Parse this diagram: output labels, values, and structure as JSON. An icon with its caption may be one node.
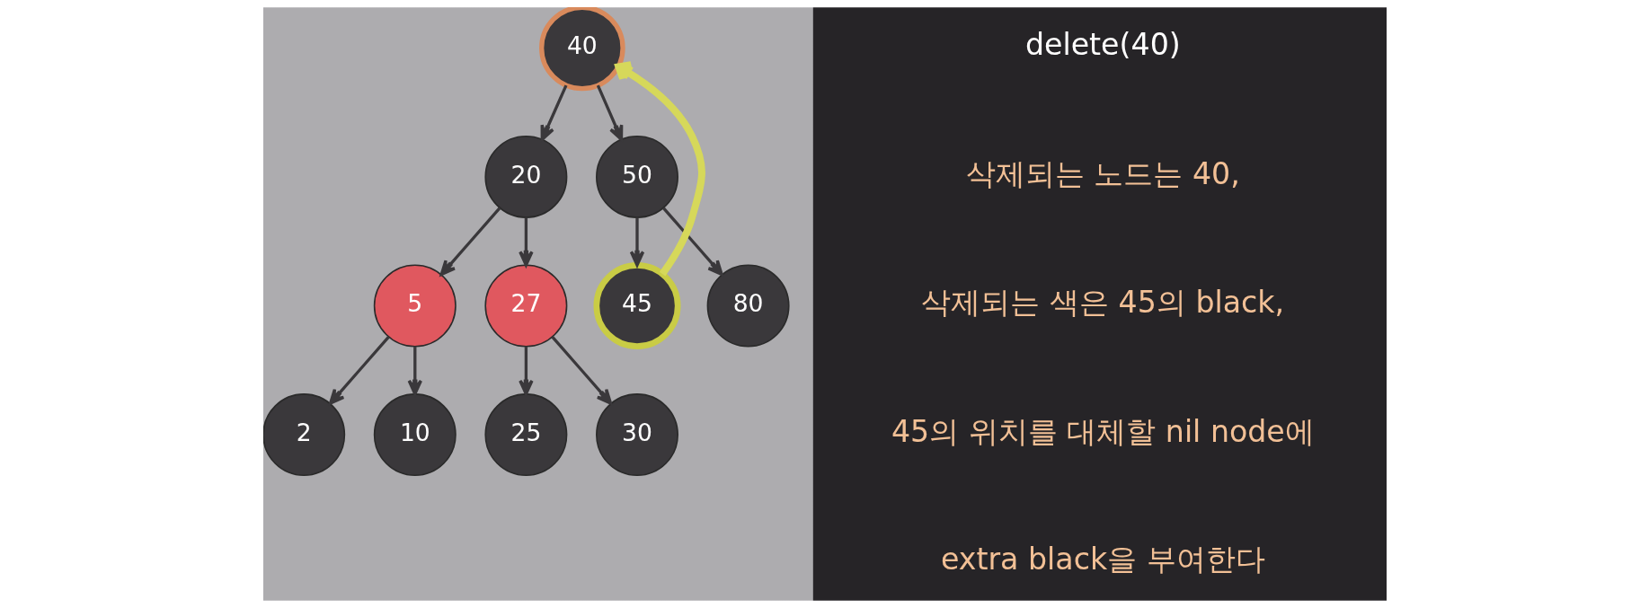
{
  "diagram": {
    "nodes": [
      {
        "text": [
          "40"
        ]
      },
      {
        "text": [
          "20"
        ]
      },
      {
        "text": [
          "50"
        ]
      },
      {
        "text": [
          "5"
        ]
      },
      {
        "text": [
          "27"
        ]
      },
      {
        "text": [
          "45"
        ]
      },
      {
        "text": [
          "80"
        ]
      },
      {
        "text": [
          "2"
        ]
      },
      {
        "text": [
          "10"
        ]
      },
      {
        "text": [
          "25"
        ]
      },
      {
        "text": [
          "30"
        ]
      }
    ],
    "edges": [
      {
        "from": 0,
        "to": 1,
        "arrow": "to"
      },
      {
        "from": 0,
        "to": 2,
        "arrow": "to"
      },
      {
        "from": 1,
        "to": 3,
        "arrow": "to"
      },
      {
        "from": 1,
        "to": 4,
        "arrow": "to"
      },
      {
        "from": 2,
        "to": 5,
        "arrow": "to"
      },
      {
        "from": 2,
        "to": 6,
        "arrow": "to"
      },
      {
        "from": 3,
        "to": 7,
        "arrow": "to"
      },
      {
        "from": 3,
        "to": 8,
        "arrow": "to"
      },
      {
        "from": 4,
        "to": 9,
        "arrow": "to"
      },
      {
        "from": 4,
        "to": 10,
        "arrow": "to"
      },
      {
        "from": 5,
        "to": 0,
        "arrow": "to",
        "style": "thick",
        "color": "#d6d85a"
      }
    ],
    "labels": [
      "delete(40)",
      "삭제되는 노드는 40,",
      "삭제되는 색은 45의 black,",
      "45의 위치를 대체할 nil node에",
      "extra black을 부여한다"
    ]
  }
}
